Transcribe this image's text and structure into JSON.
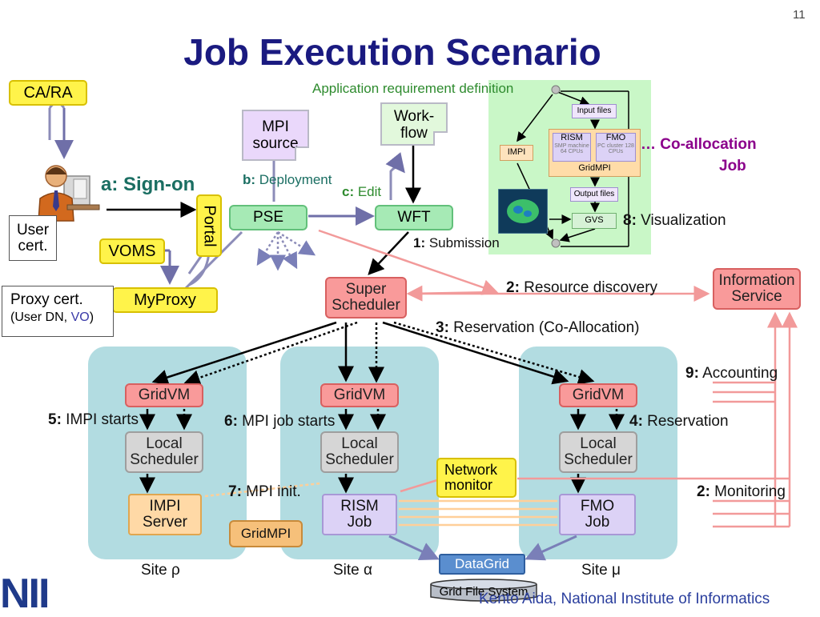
{
  "page_number": "11",
  "title": "Job Execution Scenario",
  "author": "Kento Aida, National Institute of Informatics",
  "logo_text": "NII",
  "nodes": {
    "ca_ra": "CA/RA",
    "user_cert_line1": "User",
    "user_cert_line2": "cert.",
    "voms": "VOMS",
    "portal": "Portal",
    "myproxy": "MyProxy",
    "proxy_cert_line1": "Proxy cert.",
    "proxy_cert_line2_prefix": "(User DN, ",
    "proxy_cert_line2_vo": "VO",
    "proxy_cert_line2_suffix": ")",
    "mpi_source_line1": "MPI",
    "mpi_source_line2": "source",
    "workflow_line1": "Work-",
    "workflow_line2": "flow",
    "pse": "PSE",
    "wft": "WFT",
    "super_scheduler_line1": "Super",
    "super_scheduler_line2": "Scheduler",
    "information_service_line1": "Information",
    "information_service_line2": "Service",
    "gridvm": "GridVM",
    "local_scheduler_line1": "Local",
    "local_scheduler_line2": "Scheduler",
    "impi_server_line1": "IMPI",
    "impi_server_line2": "Server",
    "rism_job_line1": "RISM",
    "rism_job_line2": "Job",
    "fmo_job_line1": "FMO",
    "fmo_job_line2": "Job",
    "network_monitor_line1": "Network",
    "network_monitor_line2": "monitor",
    "gridmpi": "GridMPI",
    "datagrid": "DataGrid",
    "grid_file_system": "Grid File System"
  },
  "labels": {
    "sign_on": "a: Sign-on",
    "deployment_key": "b:",
    "deployment": " Deployment",
    "edit_key": "c:",
    "edit": " Edit",
    "app_requirement": "Application requirement definition",
    "submission_key": "1:",
    "submission": " Submission",
    "resource_discovery_key": "2:",
    "resource_discovery": " Resource discovery",
    "reservation_coalloc_key": "3:",
    "reservation_coalloc": " Reservation (Co-Allocation)",
    "reservation_key": "4:",
    "reservation": " Reservation",
    "impi_starts_key": "5:",
    "impi_starts": " IMPI starts",
    "mpi_job_starts_key": "6:",
    "mpi_job_starts": " MPI job starts",
    "mpi_init_key": "7:",
    "mpi_init": " MPI init.",
    "visualization_key": "8:",
    "visualization": " Visualization",
    "accounting_key": "9:",
    "accounting": " Accounting",
    "monitoring_key": "2:",
    "monitoring": " Monitoring",
    "coalloc_line1": "… Co-allocation",
    "coalloc_line2": "Job"
  },
  "sites": {
    "rho": "Site ρ",
    "alpha": "Site α",
    "mu": "Site μ"
  },
  "workflow_inset": {
    "input_files": "Input files",
    "output_files": "Output files",
    "impi": "IMPI",
    "rism": "RISM",
    "rism_sub": "SMP machine 64 CPUs",
    "fmo": "FMO",
    "fmo_sub": "PC cluster 128 CPUs",
    "gridmpi": "GridMPI",
    "gvs": "GVS"
  },
  "colors": {
    "title": "#1a1a80",
    "green_label": "#2e8b2e",
    "purple_label": "#8b008b",
    "teal_label": "#1a6e62",
    "site_bg": "#b2dce1",
    "pink_arrow": "#f29a9a"
  }
}
